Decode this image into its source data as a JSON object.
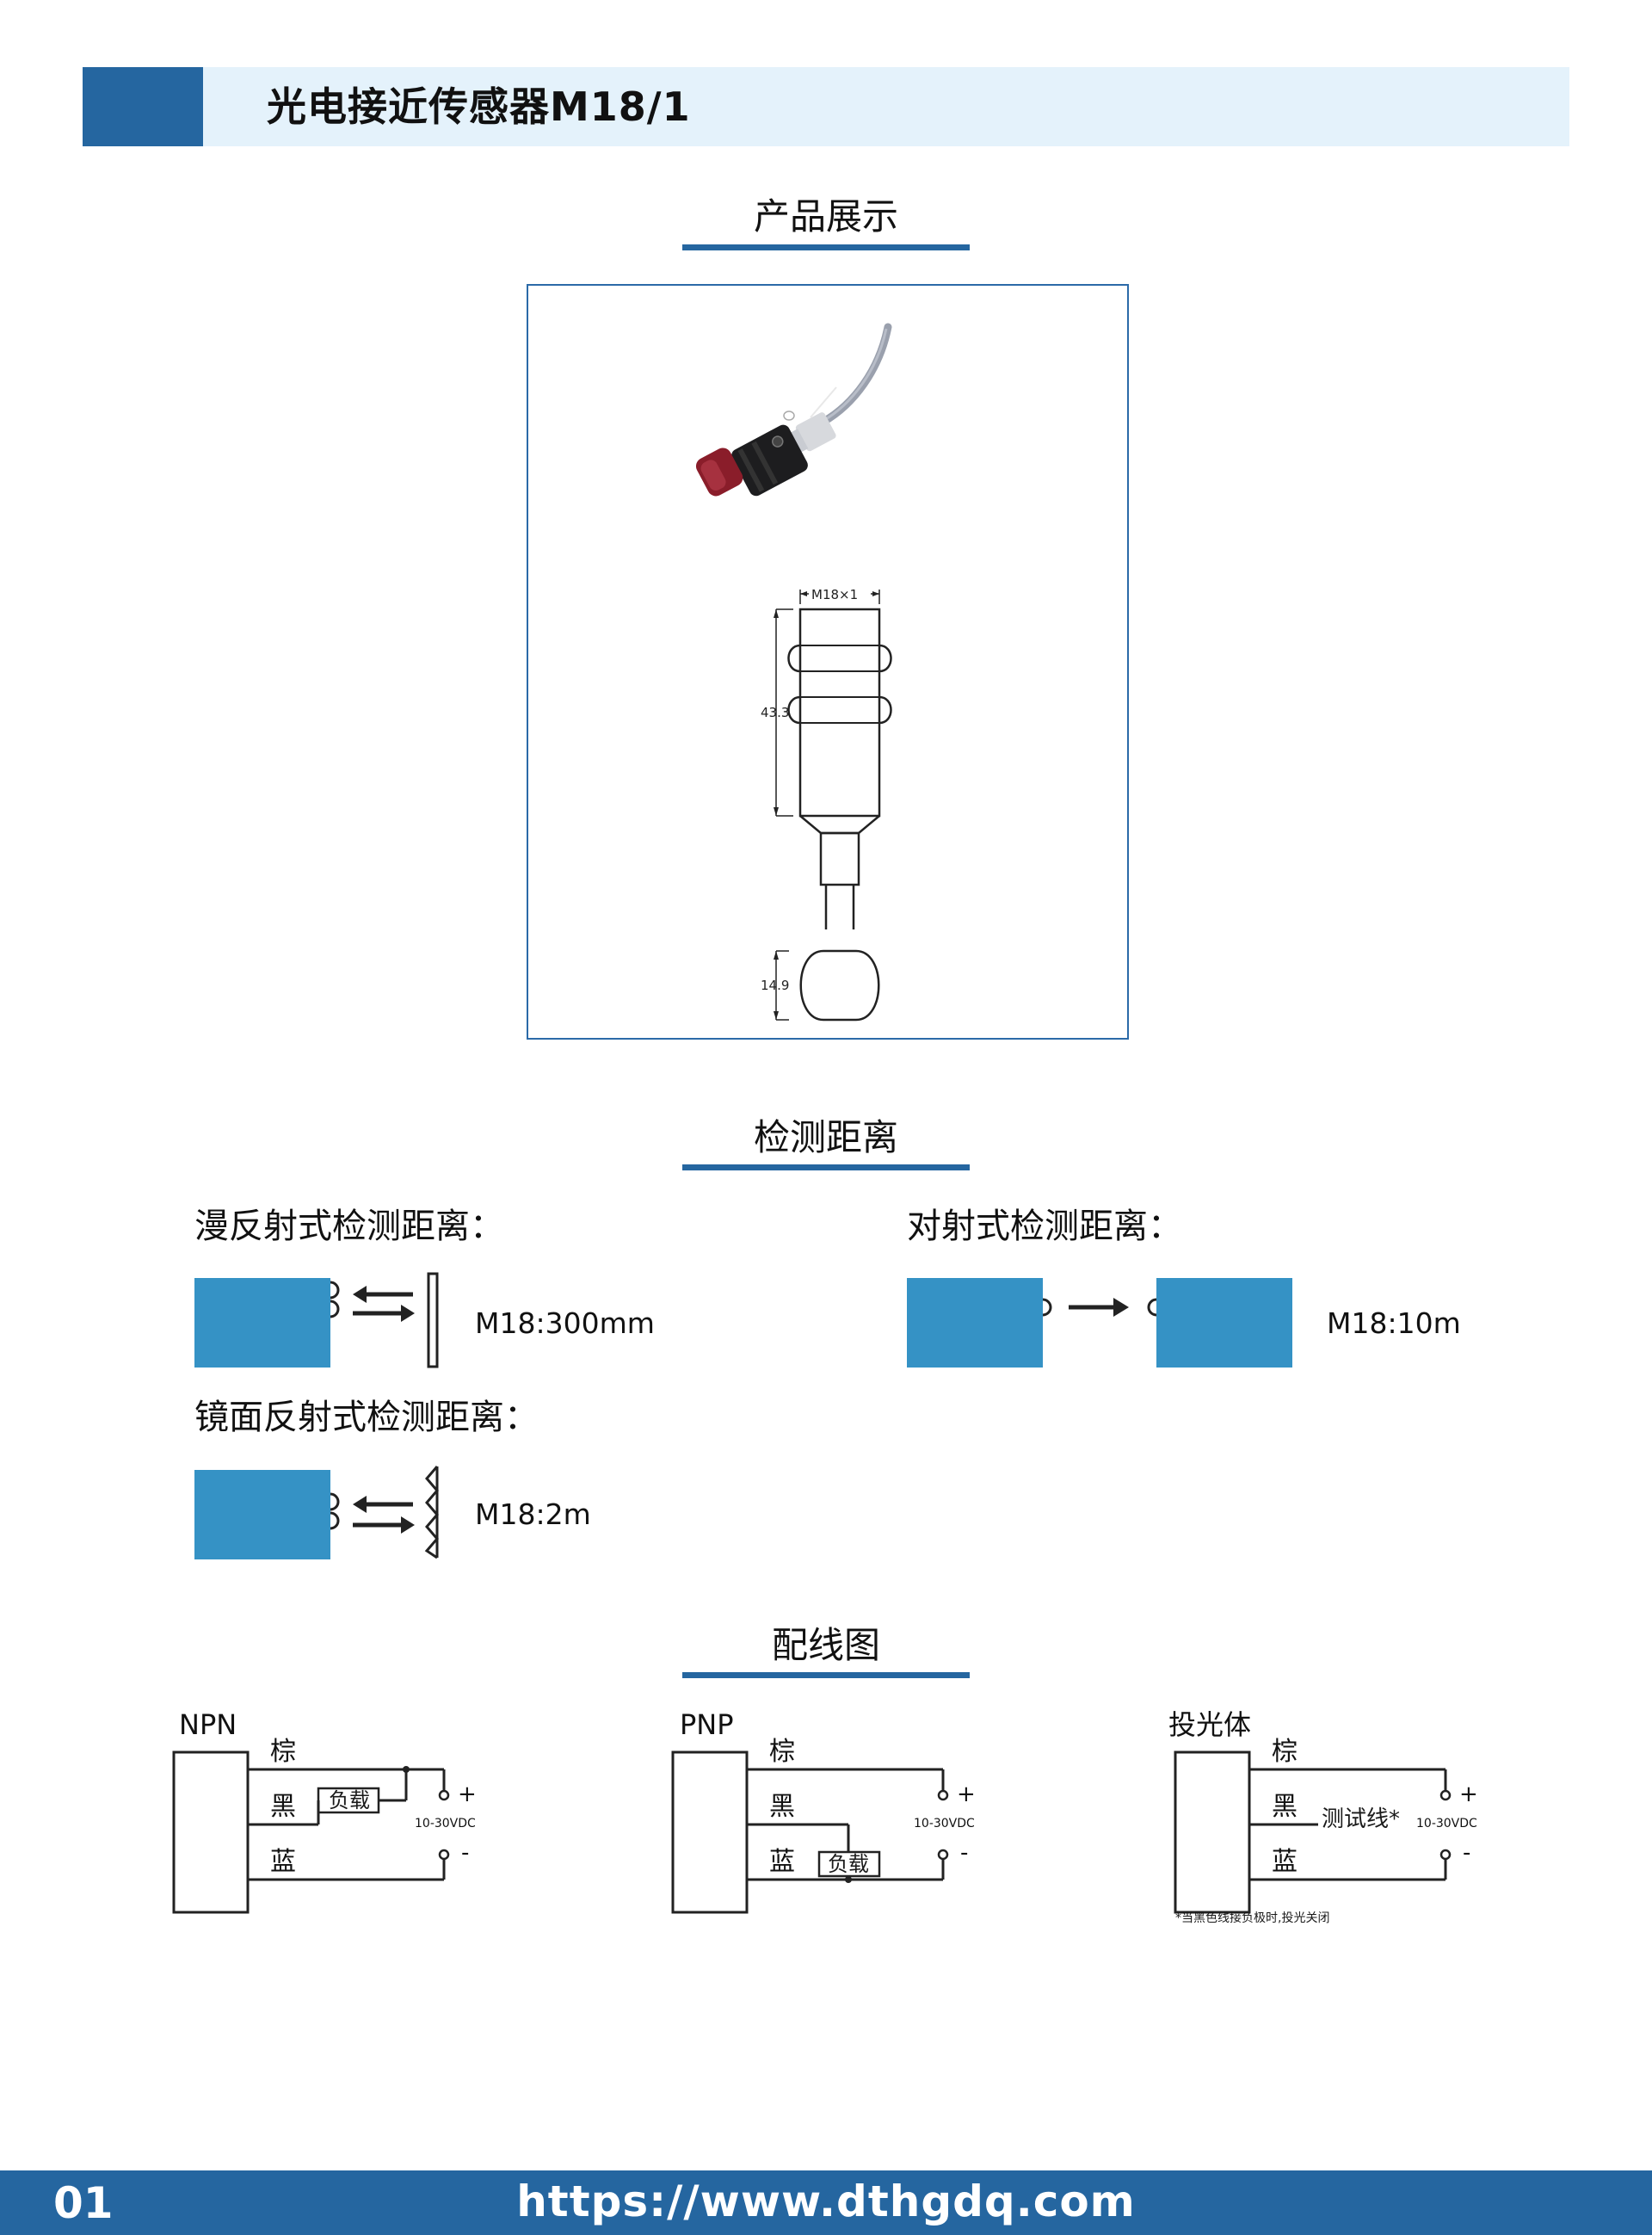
{
  "header": {
    "title": "光电接近传感器M18/1"
  },
  "product_section": {
    "title": "产品展示",
    "drawing": {
      "thread_label": "M18×1",
      "length_label": "43.3",
      "diameter_label": "14.9"
    }
  },
  "detection_section": {
    "title": "检测距离",
    "diffuse": {
      "label": "漫反射式检测距离：",
      "value": "M18:300mm"
    },
    "through_beam": {
      "label": "对射式检测距离：",
      "value": "M18:10m"
    },
    "mirror": {
      "label": "镜面反射式检测距离：",
      "value": "M18:2m"
    }
  },
  "wiring_section": {
    "title": "配线图",
    "diagrams": [
      {
        "type": "NPN",
        "brown": "棕",
        "black": "黑",
        "blue": "蓝",
        "load": "负载",
        "voltage": "10-30VDC",
        "plus": "+",
        "minus": "-"
      },
      {
        "type": "PNP",
        "brown": "棕",
        "black": "黑",
        "blue": "蓝",
        "load": "负载",
        "voltage": "10-30VDC",
        "plus": "+",
        "minus": "-"
      },
      {
        "type": "投光体",
        "brown": "棕",
        "black": "黑",
        "blue": "蓝",
        "test_line": "测试线*",
        "voltage": "10-30VDC",
        "plus": "+",
        "minus": "-",
        "note": "*当黑色线接负极时,投光关闭"
      }
    ]
  },
  "footer": {
    "page": "01",
    "url": "https://www.dthgdq.com"
  },
  "colors": {
    "brand_blue": "#2566a0",
    "header_light": "#e4f2fb",
    "block_blue": "#3592c5"
  }
}
